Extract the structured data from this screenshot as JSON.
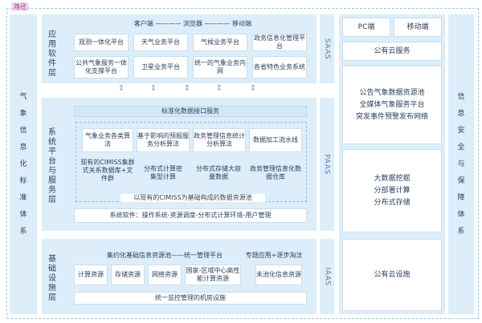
{
  "tag": "路径",
  "left_col": {
    "chars": [
      "气",
      "象",
      "信",
      "息",
      "化",
      "标",
      "准",
      "体",
      "系"
    ]
  },
  "right_col": {
    "chars": [
      "信",
      "息",
      "安",
      "全",
      "与",
      "保",
      "障",
      "体",
      "系"
    ]
  },
  "saas": {
    "label": "应用软件层",
    "clients": "客户端 ———— 浏览器 ———— 移动端",
    "row1": [
      "观测一体化平台",
      "天气业务平台",
      "气候业务平台",
      "政务信息化管理平台"
    ],
    "row2": [
      "公共气象服务一体化支撑平台",
      "卫星业务平台",
      "统一的气象业务内网",
      "各省特色业务系统"
    ],
    "side": "SAAS"
  },
  "paas": {
    "label": "系统平台与服务层",
    "interface": "标准化数据接口服务",
    "row1": [
      "气象业务各类算法",
      "基于影响的预报服务分析算法",
      "政务管理信息统计分析算法",
      "数据加工流水线"
    ],
    "cimiss": "现有的CIMISS集群式关系数据库+文件群",
    "row2": [
      "分布式计算密集型计算",
      "分布式存储大容量数据",
      "政务管理信息化数据仓库"
    ],
    "pool": "以现有的CIMISS为基础构成的数据资源池",
    "software": "系统软件：操作系统-资源调度-分布式计算环境-用户管理",
    "side": "PAAS"
  },
  "iaas": {
    "label": "基础设施层",
    "left_title": "集约化基础信息资源池——统一管理平台",
    "right_title": "专题应用+逐步淘汰",
    "boxes": [
      "计算资源",
      "存储资源",
      "网络资源",
      "国家-区域中心高性能计算资源",
      "未池化信息资源"
    ],
    "bottom": "统一监控管理的机房设施",
    "side": "IAAS"
  },
  "right": {
    "pc": "PC端",
    "mobile": "移动端",
    "public_cloud": "公有云服务",
    "svc_lines": [
      "公告气象数据资源池",
      "全媒体气象服务平台",
      "突发事件预警发布网络"
    ],
    "bigdata_lines": [
      "大数据挖掘",
      "分部署计算",
      "分布式存储"
    ],
    "infra": "公有云设施"
  }
}
